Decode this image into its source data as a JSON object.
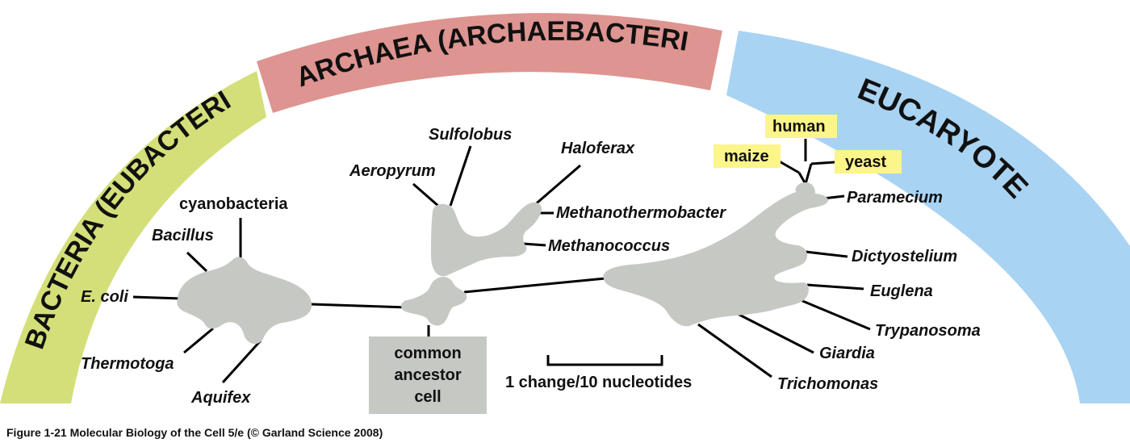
{
  "domains": {
    "bacteria": "BACTERIA (EUBACTERIA)",
    "archaea": "ARCHAEA (ARCHAEBACTERIA)",
    "eucaryotes": "EUCARYOTES"
  },
  "colors": {
    "bacteria_band": "#d4df79",
    "archaea_band": "#de9490",
    "eucaryotes_band": "#a9d3f2",
    "tree_fill": "#c6c8c4",
    "ancestor_box": "#c6c8c4",
    "highlight": "#fbf58a"
  },
  "bacteria_taxa": {
    "cyanobacteria": "cyanobacteria",
    "bacillus": "Bacillus",
    "ecoli": "E. coli",
    "thermotoga": "Thermotoga",
    "aquifex": "Aquifex"
  },
  "archaea_taxa": {
    "sulfolobus": "Sulfolobus",
    "aeropyrum": "Aeropyrum",
    "haloferax": "Haloferax",
    "methanothermobacter": "Methanothermobacter",
    "methanococcus": "Methanococcus"
  },
  "eucaryote_taxa": {
    "human": "human",
    "maize": "maize",
    "yeast": "yeast",
    "paramecium": "Paramecium",
    "dictyostelium": "Dictyostelium",
    "euglena": "Euglena",
    "trypanosoma": "Trypanosoma",
    "giardia": "Giardia",
    "trichomonas": "Trichomonas"
  },
  "ancestor": {
    "line1": "common",
    "line2": "ancestor",
    "line3": "cell"
  },
  "scale_bar": {
    "label": "1 change/10 nucleotides"
  },
  "caption": "Figure 1-21  Molecular Biology of the Cell 5/e (© Garland Science 2008)"
}
